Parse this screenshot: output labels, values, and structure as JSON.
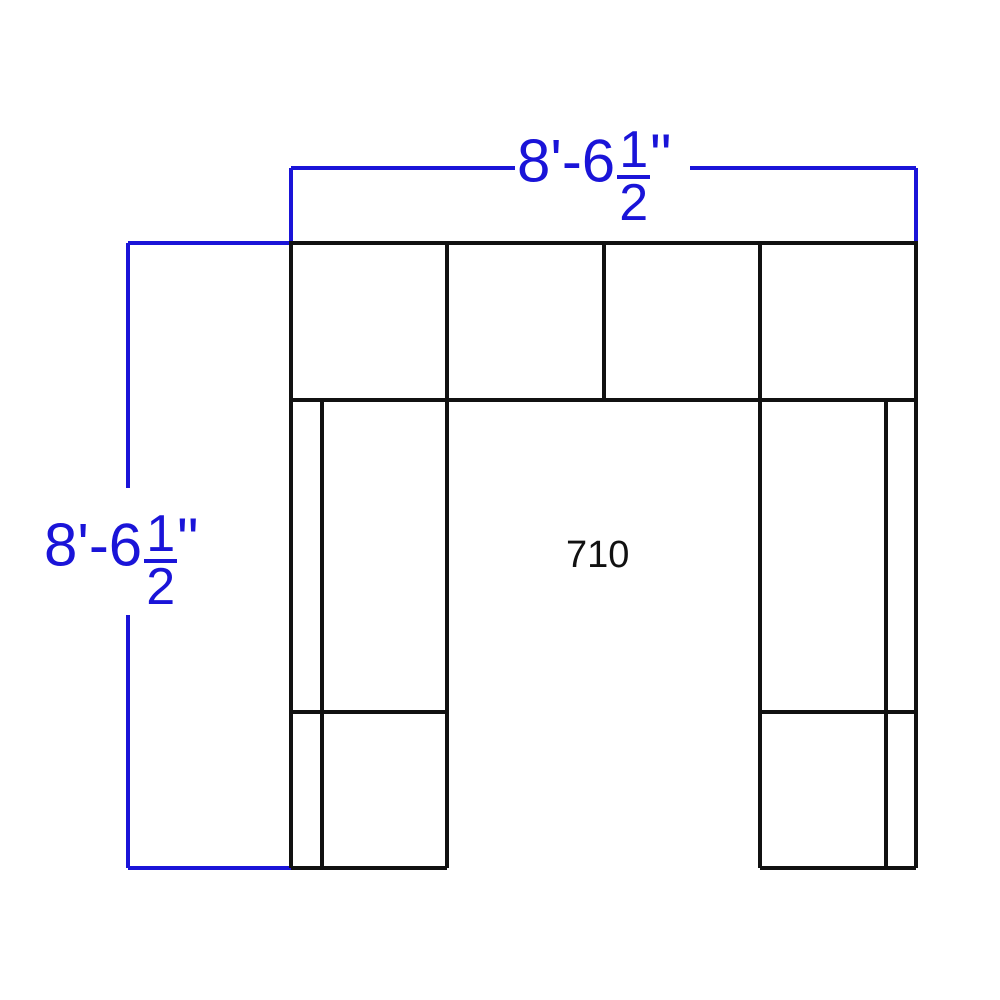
{
  "diagram": {
    "top_dimension": {
      "lead": "8'-6",
      "num": "1",
      "den": "2",
      "tail": "\""
    },
    "left_dimension": {
      "lead": "8'-6",
      "num": "1",
      "den": "2",
      "tail": "\""
    },
    "model_label": "710",
    "colors": {
      "dimension": "#1a14d8",
      "outline": "#111111"
    }
  }
}
